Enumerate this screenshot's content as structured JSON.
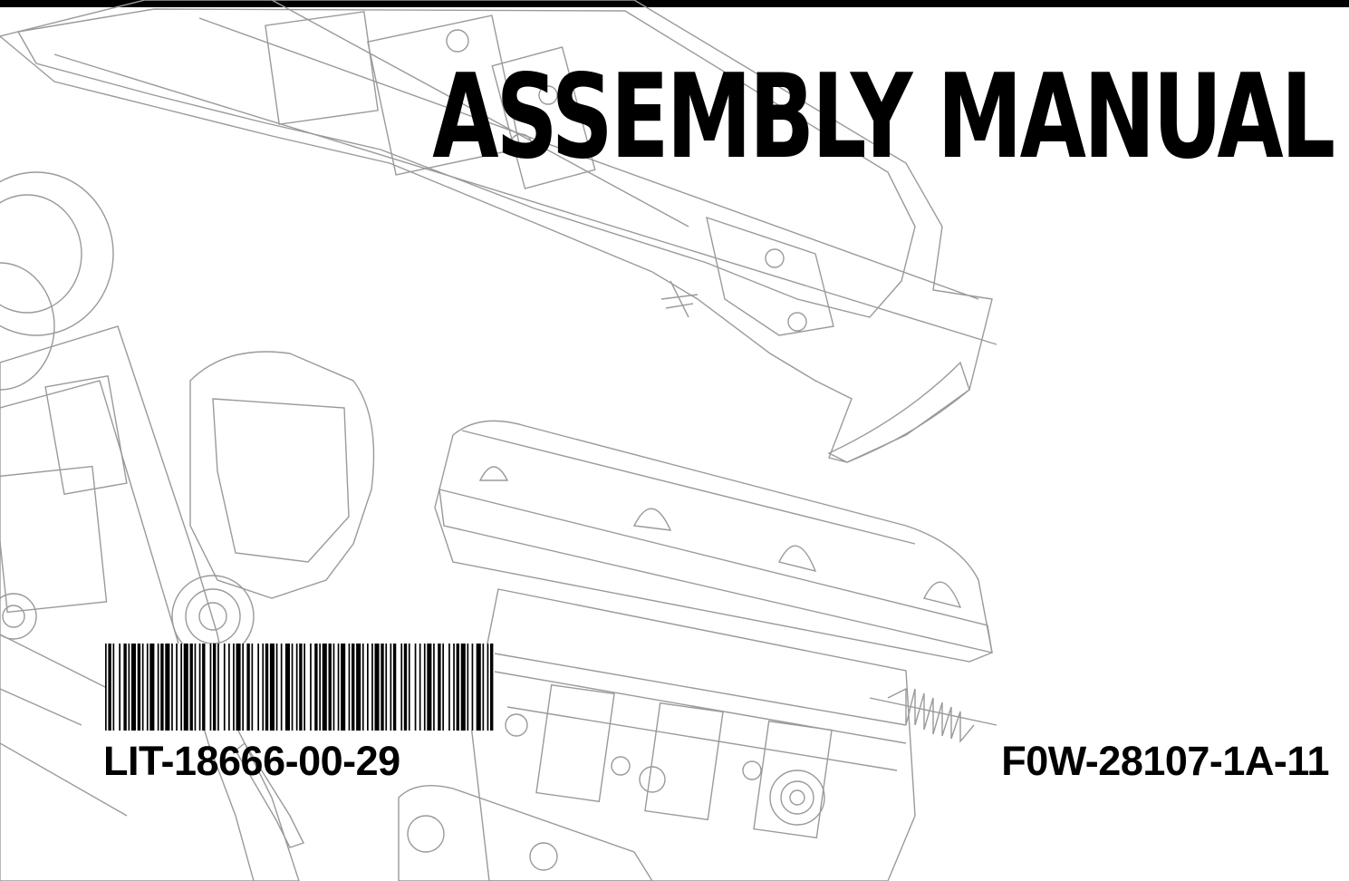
{
  "cover": {
    "title": "ASSEMBLY MANUAL",
    "barcode_text": "LIT-18666-00-29",
    "part_number": "F0W-28107-1A-11"
  },
  "colors": {
    "ink": "#000000",
    "line_art": "#9a9a9a",
    "background": "#ffffff"
  },
  "illustration": "engine-line-drawing"
}
